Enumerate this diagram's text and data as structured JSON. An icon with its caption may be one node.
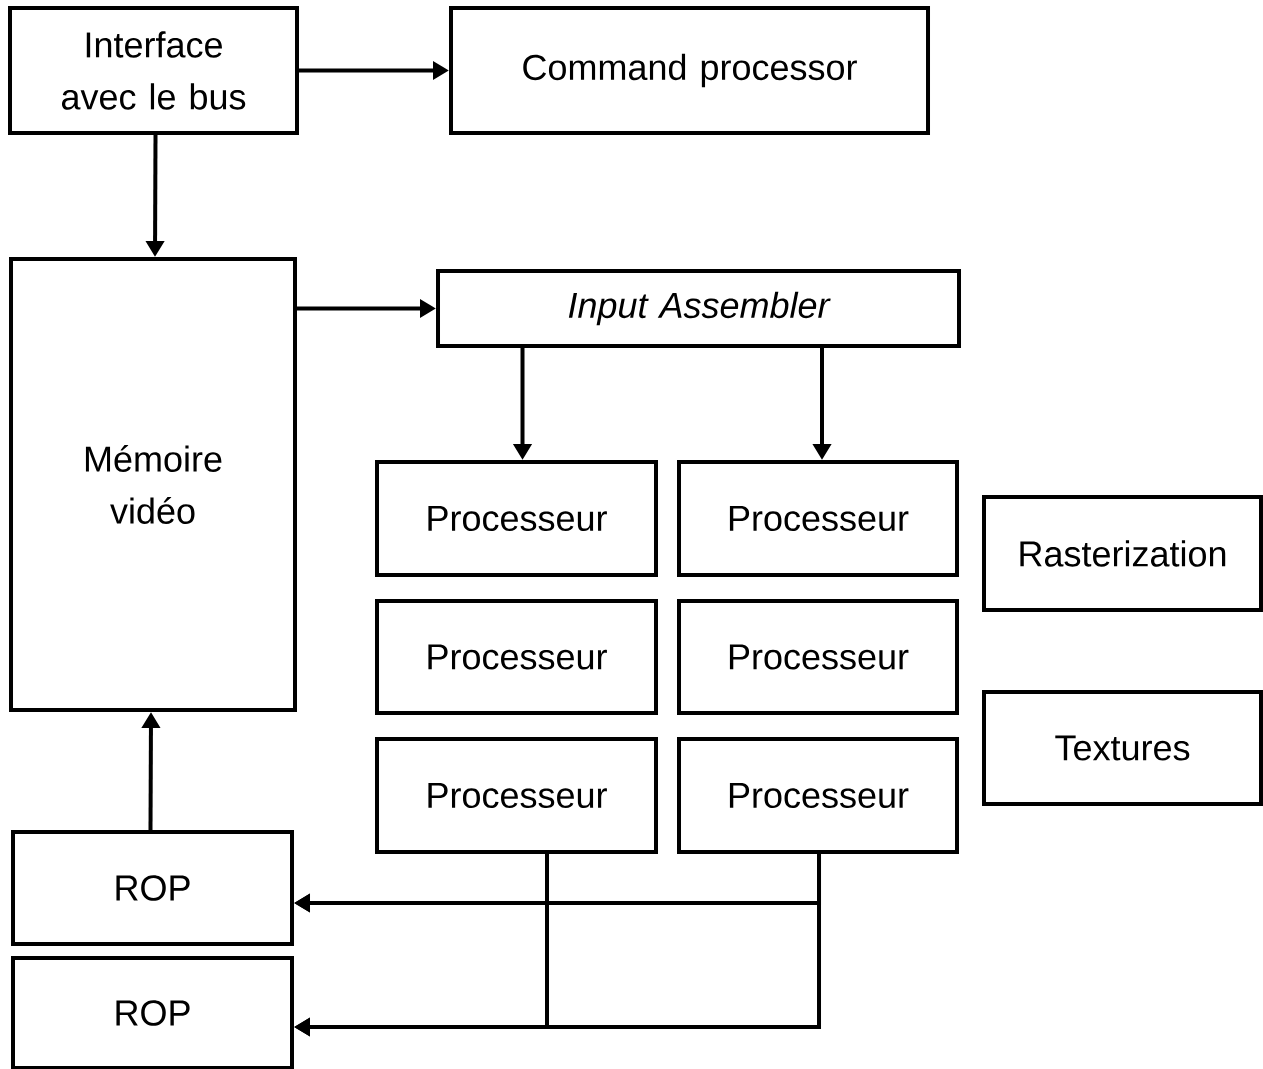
{
  "diagram": {
    "nodes": [
      {
        "text": [
          "Interface avec le bus"
        ]
      },
      {
        "text": [
          "Command processor"
        ]
      },
      {
        "text": [
          "Mémoire vidéo"
        ]
      },
      {
        "text": [
          "Input Assembler"
        ]
      },
      {
        "text": [
          "Processeur"
        ]
      },
      {
        "text": [
          "Processeur"
        ]
      },
      {
        "text": [
          "Processeur"
        ]
      },
      {
        "text": [
          "Processeur"
        ]
      },
      {
        "text": [
          "Processeur"
        ]
      },
      {
        "text": [
          "Processeur"
        ]
      },
      {
        "text": [
          "Rasterization"
        ]
      },
      {
        "text": [
          "Textures"
        ]
      },
      {
        "text": [
          "ROP"
        ]
      },
      {
        "text": [
          "ROP"
        ]
      }
    ],
    "edges": [
      {
        "from": 0,
        "to": 1,
        "arrow": "to"
      },
      {
        "from": 0,
        "to": 2,
        "arrow": "to"
      },
      {
        "from": 2,
        "to": 3,
        "arrow": "to"
      },
      {
        "from": 3,
        "to": 4,
        "arrow": "to"
      },
      {
        "from": 3,
        "to": 5,
        "arrow": "to"
      },
      {
        "from": 12,
        "to": 2,
        "arrow": "to"
      },
      {
        "from": 8,
        "to": 12,
        "arrow": "to"
      },
      {
        "from": 8,
        "to": 13,
        "arrow": "to"
      },
      {
        "from": 9,
        "to": 12,
        "arrow": "to"
      },
      {
        "from": 9,
        "to": 13,
        "arrow": "to"
      }
    ]
  }
}
